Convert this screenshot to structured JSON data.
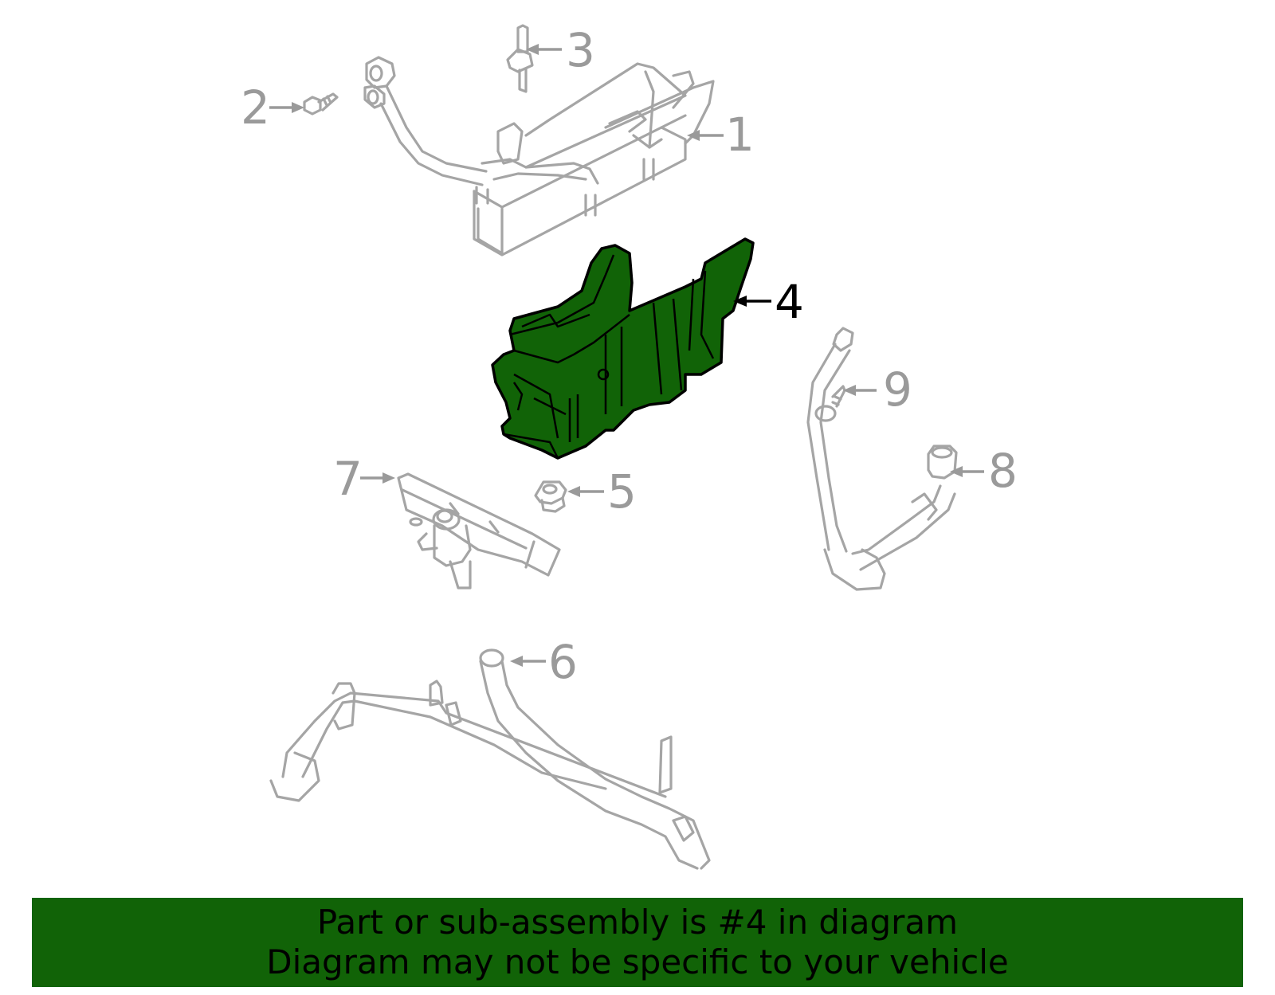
{
  "diagram": {
    "highlight_color": "#116307",
    "line_color": "#a5a5a5",
    "label_color": "#9a9a9a",
    "highlighted_part": "4",
    "callouts": [
      {
        "number": "1",
        "part": "bracket-assembly-with-lines"
      },
      {
        "number": "2",
        "part": "bolt"
      },
      {
        "number": "3",
        "part": "stud"
      },
      {
        "number": "4",
        "part": "shield-cover",
        "highlighted": true
      },
      {
        "number": "5",
        "part": "nut"
      },
      {
        "number": "6",
        "part": "tube-assembly"
      },
      {
        "number": "7",
        "part": "valve-bracket"
      },
      {
        "number": "8",
        "part": "hose-elbow"
      },
      {
        "number": "9",
        "part": "screw"
      }
    ]
  },
  "banner": {
    "line1": "Part or sub-assembly is #4 in diagram",
    "line2": "Diagram may not be specific to your vehicle",
    "background": "#116307"
  }
}
